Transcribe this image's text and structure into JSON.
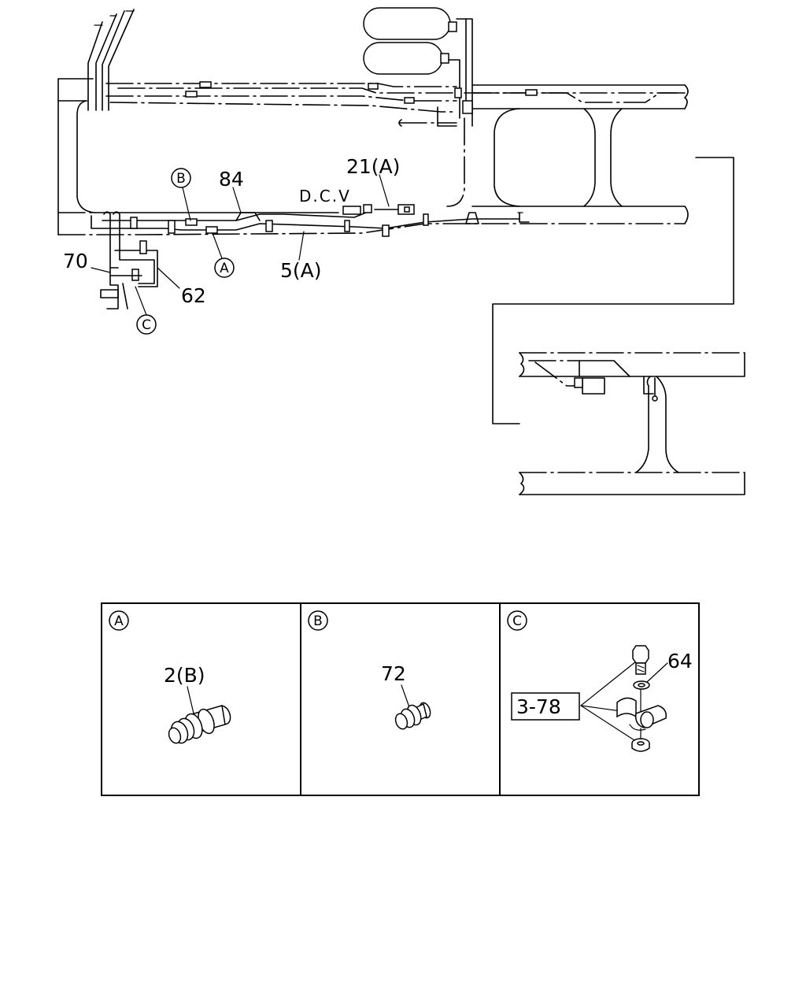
{
  "callouts": {
    "c84": "84",
    "c21a": "21(A)",
    "dcv": "D.C.V",
    "c70": "70",
    "c62": "62",
    "c5a": "5(A)",
    "c2b": "2(B)",
    "c72": "72",
    "c64": "64",
    "ref378": "3-78"
  },
  "markers": {
    "a": "A",
    "b": "B",
    "c": "C"
  }
}
